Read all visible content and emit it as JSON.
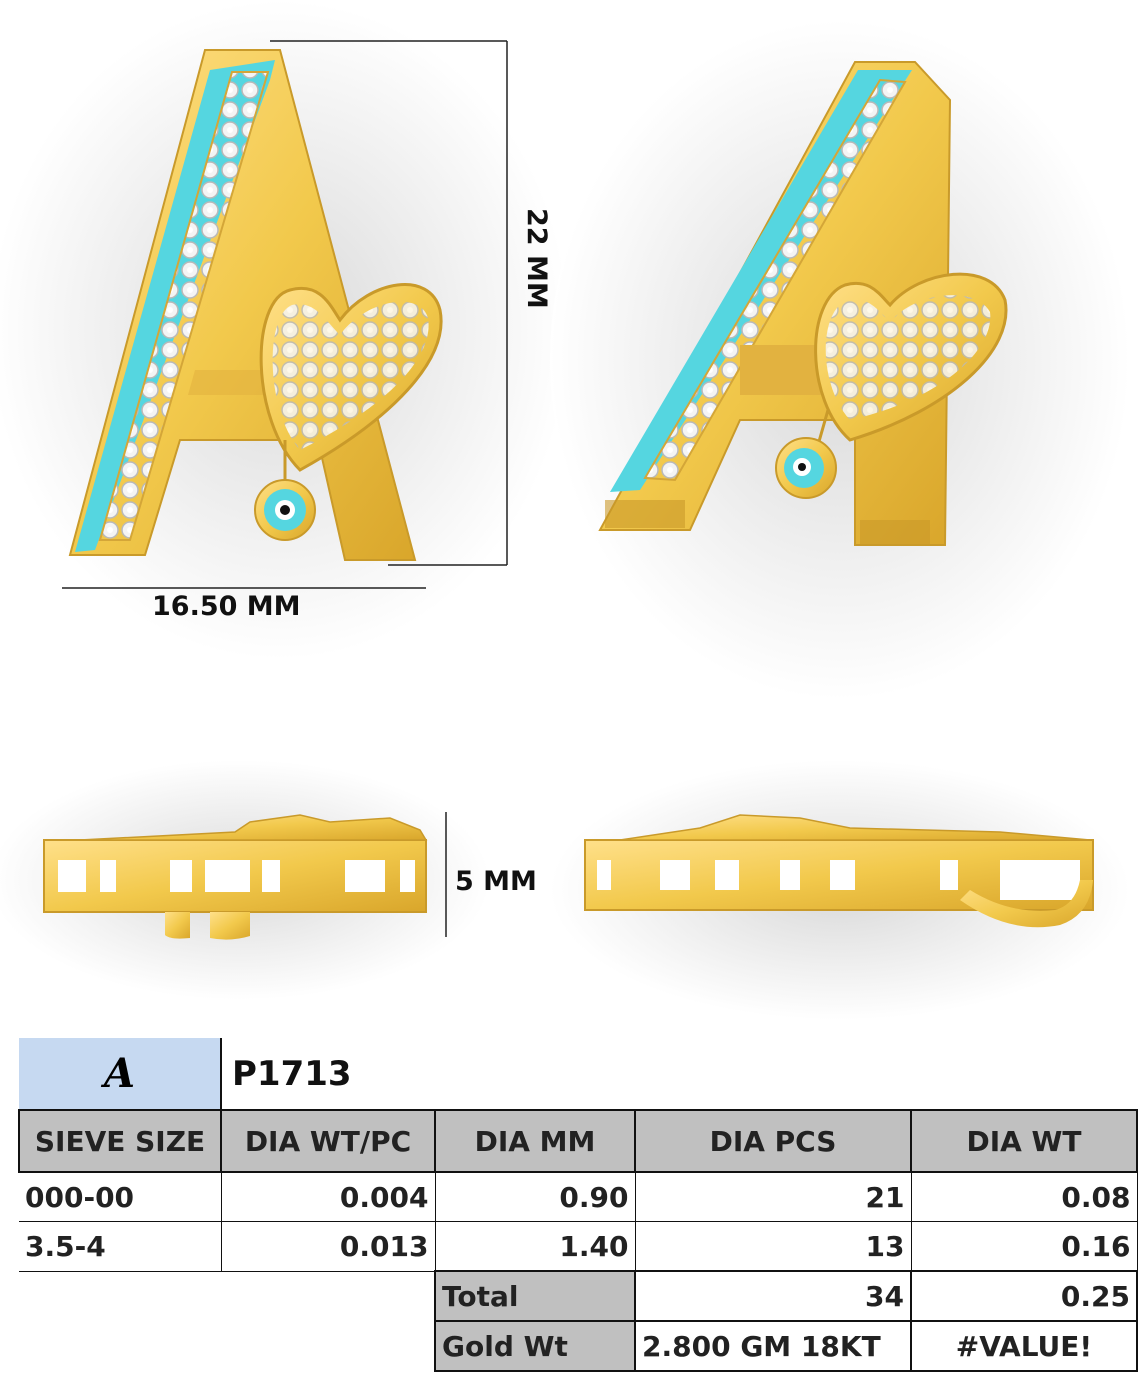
{
  "dimensions": {
    "height": "22 MM",
    "width": "16.50 MM",
    "depth": "5 MM"
  },
  "colors": {
    "gold": "#f2c94c",
    "enamel": "#55d6e0",
    "header_bg": "#c0c0c0",
    "code_bg": "#c6d9f1"
  },
  "product": {
    "initial": "A",
    "code": "P1713"
  },
  "table": {
    "headers": [
      "SIEVE SIZE",
      "DIA WT/PC",
      "DIA MM",
      "DIA PCS",
      "DIA WT"
    ],
    "rows": [
      [
        "000-00",
        "0.004",
        "0.90",
        "21",
        "0.08"
      ],
      [
        "3.5-4",
        "0.013",
        "1.40",
        "13",
        "0.16"
      ]
    ],
    "total": {
      "label": "Total",
      "pcs": "34",
      "wt": "0.25"
    },
    "gold": {
      "label": "Gold Wt",
      "value": "2.800 GM 18KT",
      "wt": "#VALUE!"
    }
  }
}
